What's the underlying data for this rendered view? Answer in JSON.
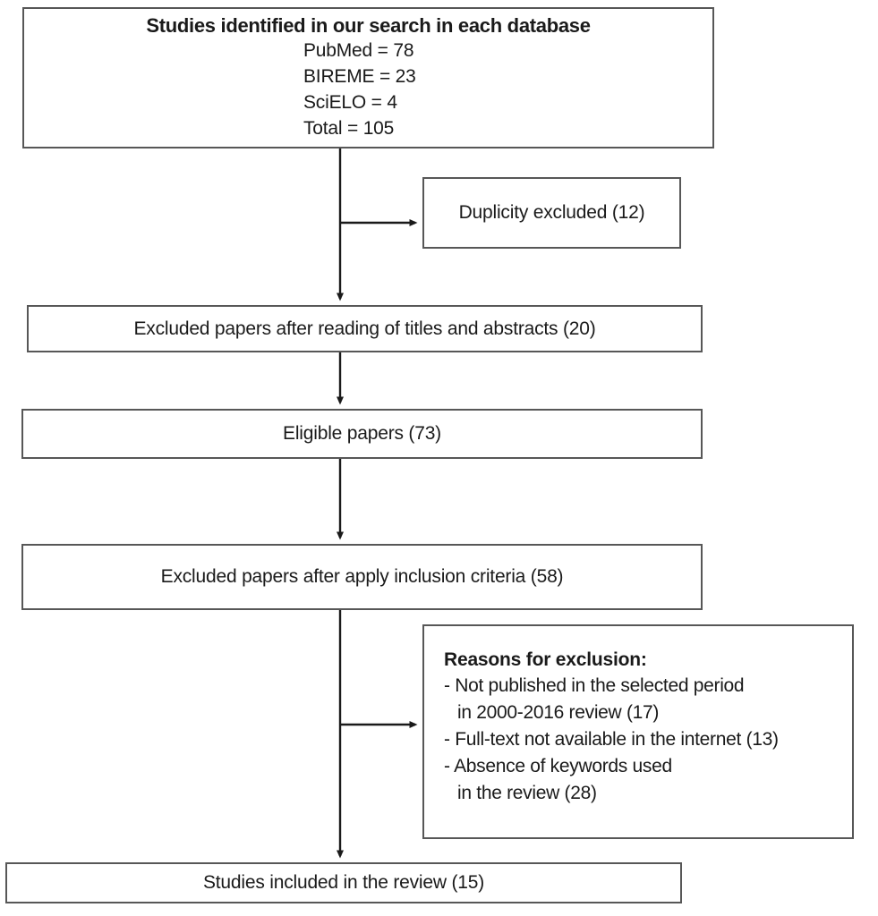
{
  "diagram": {
    "title": "PRISMA-style study selection flow diagram",
    "accent_color": "#575757",
    "line_color": "#1a1a1a",
    "background": "#ffffff",
    "nodes": {
      "identified": {
        "title": "Studies identified in our search in each database",
        "databases": [
          "PubMed = 78",
          "BIREME = 23",
          "SciELO = 4",
          "Total = 105"
        ]
      },
      "duplicity": {
        "label": "Duplicity excluded (12)",
        "count": 12
      },
      "excluded_reading": {
        "label": "Excluded papers after reading of titles and abstracts (20)",
        "count": 20
      },
      "eligible": {
        "label": "Eligible papers (73)",
        "count": 73
      },
      "excluded_criteria": {
        "label": "Excluded papers after apply inclusion criteria (58)",
        "count": 58
      },
      "reasons": {
        "title": "Reasons for exclusion:",
        "items": [
          {
            "line1": "- Not published in the selected period",
            "line2": "in 2000-2016 review (17)",
            "count": 17
          },
          {
            "line1": "- Full-text not available in the internet (13)",
            "line2": "",
            "count": 13
          },
          {
            "line1": "- Absence of keywords used",
            "line2": "in the review (28)",
            "count": 28
          }
        ]
      },
      "included": {
        "label": "Studies included in the review (15)",
        "count": 15
      }
    }
  }
}
